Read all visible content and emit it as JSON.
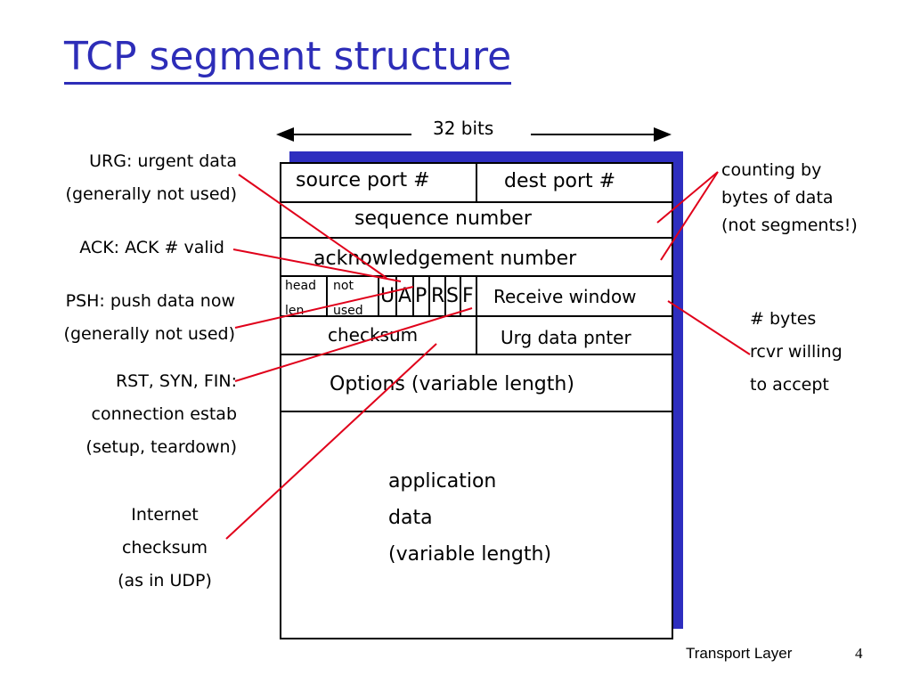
{
  "title": "TCP segment structure",
  "width_label": "32 bits",
  "fields": {
    "source_port": "source port #",
    "dest_port": "dest port #",
    "sequence_number": "sequence number",
    "ack_number": "acknowledgement number",
    "head_len_1": "head",
    "head_len_2": "len",
    "not_used_1": "not",
    "not_used_2": "used",
    "flags": [
      "U",
      "A",
      "P",
      "R",
      "S",
      "F"
    ],
    "receive_window": "Receive window",
    "checksum": "checksum",
    "urg_pointer": "Urg data pnter",
    "options": "Options (variable length)",
    "app_data": [
      "application",
      "data",
      "(variable length)"
    ]
  },
  "annotations_left": {
    "urg": [
      "URG: urgent data",
      "(generally not used)"
    ],
    "ack": [
      "ACK: ACK # valid"
    ],
    "psh": [
      "PSH: push data now",
      "(generally not used)"
    ],
    "rst": [
      "RST, SYN, FIN:",
      "connection estab",
      "(setup, teardown)"
    ],
    "internet_checksum": [
      "Internet",
      "checksum",
      "(as in UDP)"
    ]
  },
  "annotations_right": {
    "counting": [
      "counting by",
      "bytes of data",
      "(not segments!)"
    ],
    "rcvr": [
      "# bytes",
      "rcvr willing",
      "to accept"
    ]
  },
  "colors": {
    "title": "#2d2db8",
    "box_shadow": "#2e2ebf",
    "callout_line": "#e0001a"
  },
  "footer": {
    "label": "Transport Layer",
    "page": "4"
  }
}
